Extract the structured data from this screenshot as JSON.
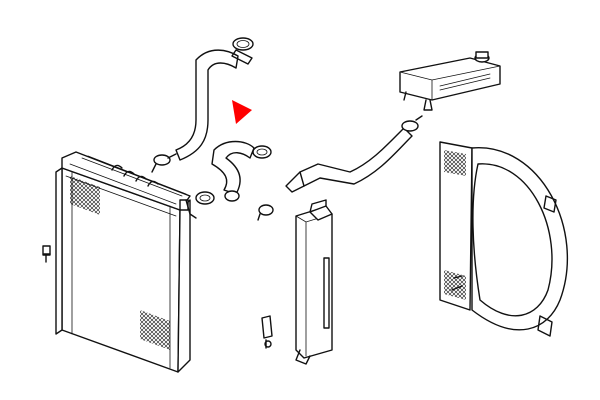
{
  "diagram": {
    "background": "#ffffff",
    "line_color": "#111111",
    "marker_color": "#ff0000",
    "parts": [
      "radiator",
      "upper-radiator-hose",
      "lower-radiator-hose",
      "hose-clamps",
      "coolant-reservoir-tank",
      "reservoir-hose",
      "oil-cooler",
      "fan-shroud",
      "drain-plug",
      "mounting-bracket"
    ],
    "marker_icon": "red-arrow-icon"
  }
}
